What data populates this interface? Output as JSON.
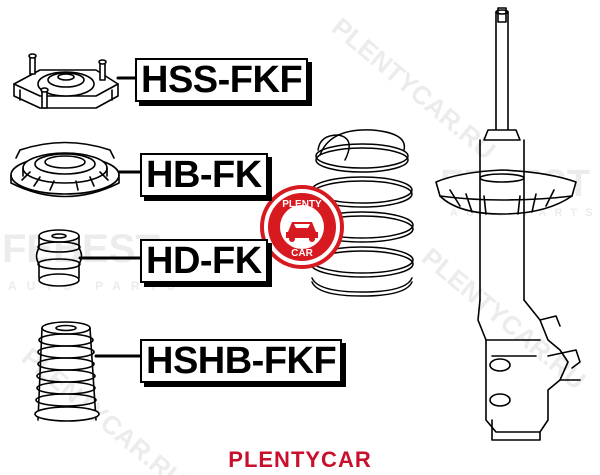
{
  "parts": [
    {
      "code": "HSS-FKF",
      "name": "strut-mount"
    },
    {
      "code": "HB-FK",
      "name": "spring-seat-bearing"
    },
    {
      "code": "HD-FK",
      "name": "bump-stop"
    },
    {
      "code": "HSHB-FKF",
      "name": "dust-boot"
    }
  ],
  "footer": {
    "brand": "PLENTYCAR"
  },
  "stamp": {
    "top_text": "PLENTY",
    "bottom_text": "CAR"
  },
  "watermarks": {
    "brand": "FEBEST",
    "sub": "AUTO PARTS",
    "diagonal": "PLENTYCAR.RU"
  },
  "colors": {
    "stamp": "#d71920",
    "footer": "#c8102e",
    "watermark": "#e9e9e9",
    "line": "#000000"
  }
}
